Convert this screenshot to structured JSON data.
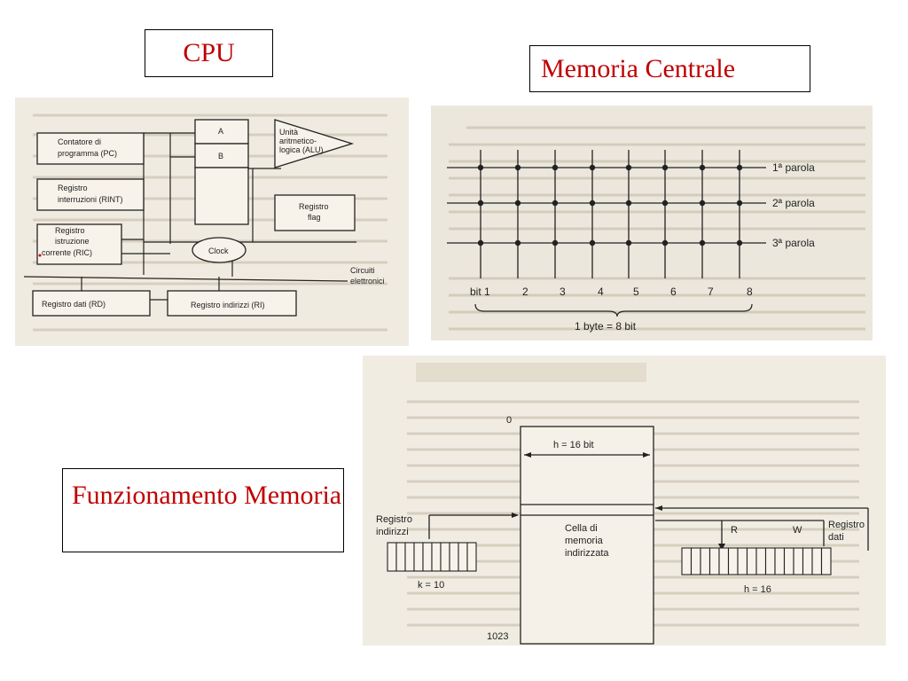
{
  "labels": {
    "cpu": "CPU",
    "memoria_centrale": "Memoria Centrale",
    "funzionamento": "Funzionamento Memoria"
  },
  "cpu_diagram": {
    "contatore": [
      "Contatore di",
      "programma (PC)"
    ],
    "rint": [
      "Registro",
      "interruzioni (RINT)"
    ],
    "ric": [
      "Registro",
      "istruzione",
      "corrente (RIC)"
    ],
    "a": "A",
    "b": "B",
    "alu": [
      "Unità",
      "aritmetico-",
      "logica (ALU)"
    ],
    "flag": [
      "Registro",
      "flag"
    ],
    "clock": "Clock",
    "circuiti": [
      "Circuiti",
      "elettronici"
    ],
    "rd": "Registro dati (RD)",
    "ri": "Registro indirizzi (RI)"
  },
  "memory_grid": {
    "words": [
      "1ª parola",
      "2ª parola",
      "3ª parola"
    ],
    "bits": [
      "bit 1",
      "2",
      "3",
      "4",
      "5",
      "6",
      "7",
      "8"
    ],
    "byte": "1 byte = 8 bit"
  },
  "memory_op": {
    "addr_top": "0",
    "addr_bottom": "1023",
    "h_top": "h = 16 bit",
    "cell": [
      "Cella di",
      "memoria",
      "indirizzata"
    ],
    "reg_indirizzi": [
      "Registro",
      "indirizzi"
    ],
    "reg_dati": [
      "Registro",
      "dati"
    ],
    "k": "k = 10",
    "h": "h = 16",
    "r": "R",
    "w": "W"
  }
}
